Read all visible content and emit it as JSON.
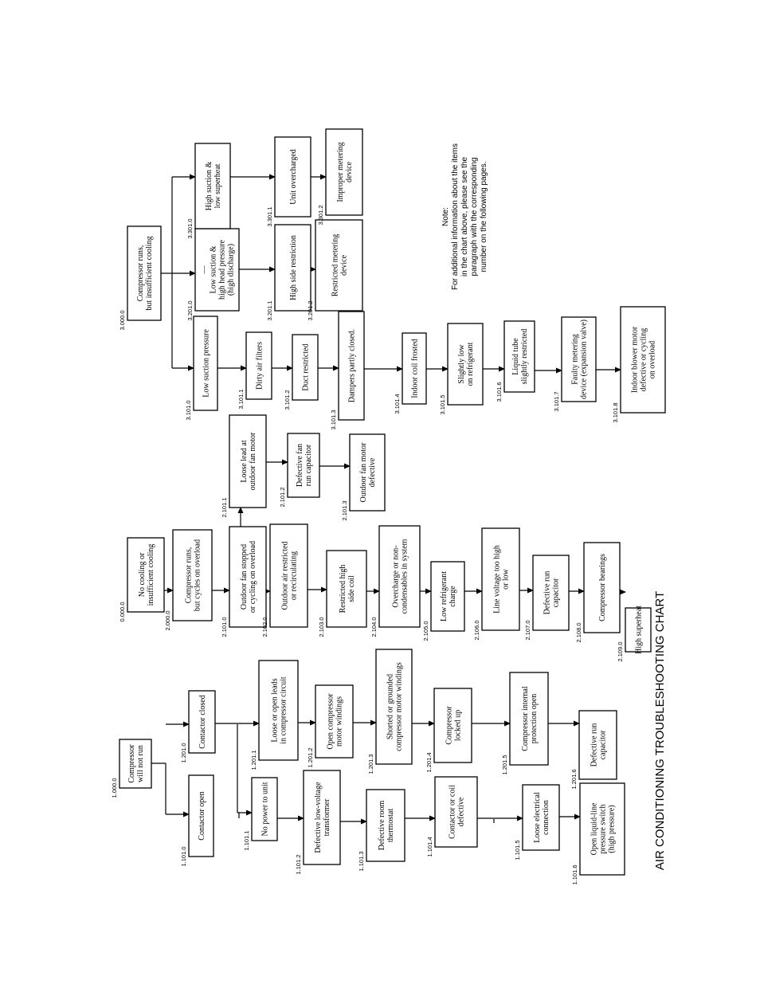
{
  "title": "AIR CONDITIONING TROUBLESHOOTING CHART",
  "note": {
    "heading": "Note:",
    "lines": [
      "For additional information about the items",
      "in the chart above, please see the",
      "paragraph with the corresponding",
      "number on the following pages."
    ]
  },
  "nodes": [
    {
      "id": "n1000",
      "code": "1.000.0",
      "lines": [
        "Compressor",
        "will not run"
      ]
    },
    {
      "id": "n1101",
      "code": "1.101.0",
      "lines": [
        "Contactor open"
      ]
    },
    {
      "id": "n11011",
      "code": "1.101.1",
      "lines": [
        "No power to unit"
      ]
    },
    {
      "id": "n11012",
      "code": "1.101.2",
      "lines": [
        "Defective low-voltage",
        "transformer"
      ]
    },
    {
      "id": "n11013",
      "code": "1.101.3",
      "lines": [
        "Defective room",
        "thermostat"
      ]
    },
    {
      "id": "n11014",
      "code": "1.101.4",
      "lines": [
        "Contactor or coil",
        "defective"
      ]
    },
    {
      "id": "n11015",
      "code": "1.101.5",
      "lines": [
        "Loose electrical",
        "connection"
      ]
    },
    {
      "id": "n11016",
      "code": "1.101.6",
      "lines": [
        "Open liquid-line",
        "pressure switch",
        "(high pressure)"
      ]
    },
    {
      "id": "n1201",
      "code": "1.201.0",
      "lines": [
        "Contactor closed"
      ]
    },
    {
      "id": "n12011",
      "code": "1.201.1",
      "lines": [
        "Loose or open leads",
        "in compressor circuit"
      ]
    },
    {
      "id": "n12012",
      "code": "1.201.2",
      "lines": [
        "Open compressor",
        "motor windings"
      ]
    },
    {
      "id": "n12013",
      "code": "1.201.3",
      "lines": [
        "Shorted or grounded",
        "compressor motor windings"
      ]
    },
    {
      "id": "n12014",
      "code": "1.201.4",
      "lines": [
        "Compressor",
        "locked up"
      ]
    },
    {
      "id": "n12015",
      "code": "1.201.5",
      "lines": [
        "Compressor internal",
        "protection open"
      ]
    },
    {
      "id": "n12016",
      "code": "1.201.6",
      "lines": [
        "Defective run",
        "capacitor"
      ]
    },
    {
      "id": "n0000",
      "code": "0.000.0",
      "lines": [
        "No cooling or",
        "insufficient cooling"
      ]
    },
    {
      "id": "n2000",
      "code": "2.000.0",
      "lines": [
        "Compressor runs,",
        "but cycles on overload"
      ]
    },
    {
      "id": "n2101",
      "code": "2.101.0",
      "lines": [
        "Outdoor fan stopped",
        "or cycling on overload"
      ]
    },
    {
      "id": "n2102",
      "code": "2.102.0",
      "lines": [
        "Outdoor air restricted",
        "or recirculating"
      ]
    },
    {
      "id": "n2103",
      "code": "2.103.0",
      "lines": [
        "Restricted high",
        "side coil"
      ]
    },
    {
      "id": "n2104",
      "code": "2.104.0",
      "lines": [
        "Overcharge or non-",
        "condensables in system"
      ]
    },
    {
      "id": "n2105",
      "code": "2.105.0",
      "lines": [
        "Low refrigerant",
        "charge"
      ]
    },
    {
      "id": "n2106",
      "code": "2.106.0",
      "lines": [
        "Line voltage too high",
        "or low"
      ]
    },
    {
      "id": "n2107",
      "code": "2.107.0",
      "lines": [
        "Defective run",
        "capacitor"
      ]
    },
    {
      "id": "n2108",
      "code": "2.108.0",
      "lines": [
        "Compressor bearings"
      ]
    },
    {
      "id": "n2109",
      "code": "2.109.0",
      "lines": [
        "High superheat"
      ]
    },
    {
      "id": "n21011",
      "code": "2.101.1",
      "lines": [
        "Loose lead at",
        "outdoor fan motor"
      ]
    },
    {
      "id": "n21012",
      "code": "2.101.2",
      "lines": [
        "Defective fan",
        "run capacitor"
      ]
    },
    {
      "id": "n21013",
      "code": "2.101.3",
      "lines": [
        "Outdoor fan motor",
        "defective"
      ]
    },
    {
      "id": "n3000",
      "code": "3.000.0",
      "lines": [
        "Compressor runs,",
        "but insufficient cooling"
      ]
    },
    {
      "id": "n3101",
      "code": "3.101.0",
      "lines": [
        "Low suction pressure"
      ]
    },
    {
      "id": "n31011",
      "code": "3.101.1",
      "lines": [
        "Dirty air filters"
      ]
    },
    {
      "id": "n31012",
      "code": "3.101.2",
      "lines": [
        "Duct restricted"
      ]
    },
    {
      "id": "n31013",
      "code": "3.101.3",
      "lines": [
        "Dampers partly closed."
      ]
    },
    {
      "id": "n31014",
      "code": "3.101.4",
      "lines": [
        "Indoor coil frosted"
      ]
    },
    {
      "id": "n31015",
      "code": "3.101.5",
      "lines": [
        "Slightly low",
        "on refrigerant"
      ]
    },
    {
      "id": "n31016",
      "code": "3.101.6",
      "lines": [
        "Liquid tube",
        "slightly restricted"
      ]
    },
    {
      "id": "n31017",
      "code": "3.101.7",
      "lines": [
        "Faulty metering",
        "device (expansion valve)"
      ]
    },
    {
      "id": "n31018",
      "code": "3.101.8",
      "lines": [
        "Indoor blower motor",
        "defective or cycling",
        "on overload"
      ]
    },
    {
      "id": "n3201",
      "code": "3.201.0",
      "lines": [
        "—",
        "Low suction &",
        "high head pressure",
        "(high discharge)"
      ]
    },
    {
      "id": "n32011",
      "code": "3.201.1",
      "lines": [
        "High side restriction"
      ]
    },
    {
      "id": "n32012",
      "code": "3.201.2",
      "lines": [
        "Restricted metering",
        "device"
      ]
    },
    {
      "id": "n3301",
      "code": "3.301.0",
      "lines": [
        "High suction &",
        "low superheat"
      ]
    },
    {
      "id": "n33011",
      "code": "3.301.1",
      "lines": [
        "Unit overcharged"
      ]
    },
    {
      "id": "n33012",
      "code": "3.301.2",
      "lines": [
        "Improper metering",
        "device"
      ]
    }
  ]
}
